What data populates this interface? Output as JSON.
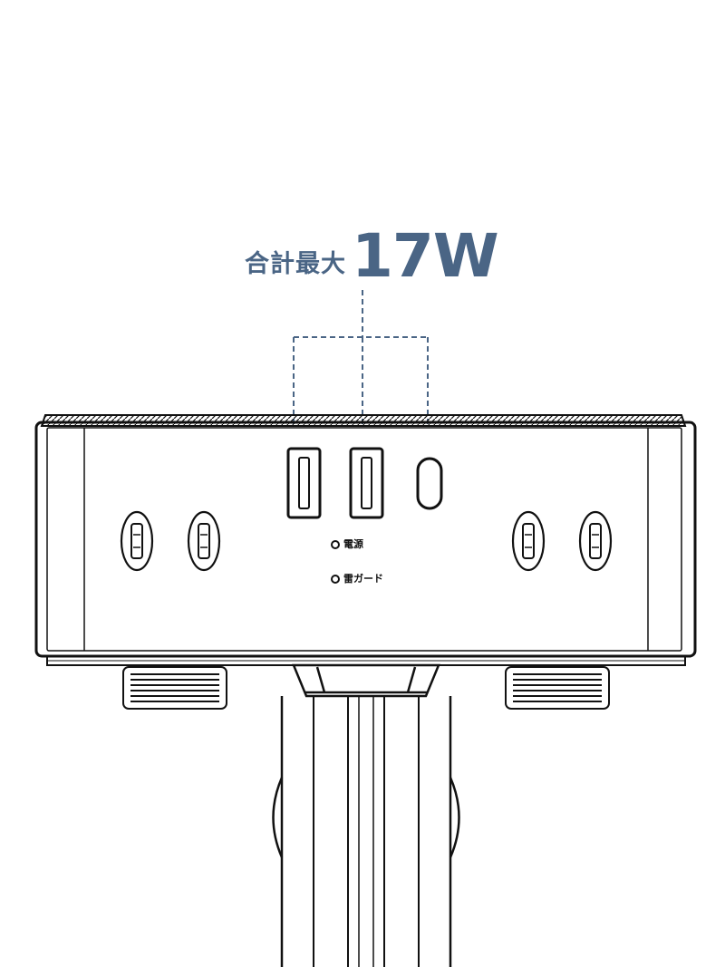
{
  "headline": {
    "prefix": "合計最大",
    "value": "17W"
  },
  "indicators": {
    "power": "電源",
    "guard": "雷ガード"
  },
  "colors": {
    "accent": "#4a6585",
    "line": "#111111",
    "background": "#ffffff"
  },
  "icons": [
    "ac-outlet-icon",
    "usb-a-port-icon",
    "usb-c-port-icon",
    "led-indicator-icon",
    "clamp-pad-icon"
  ]
}
